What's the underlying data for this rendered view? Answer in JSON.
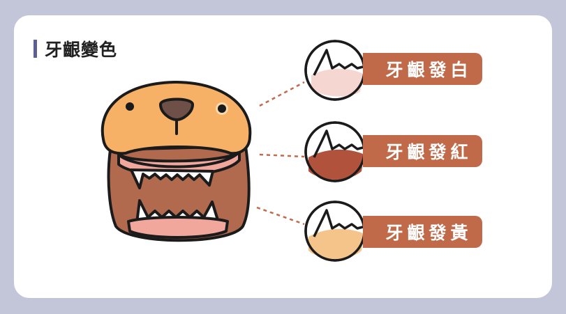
{
  "title": "牙齦變色",
  "items": [
    {
      "label": "牙齦發白",
      "gum_color": "#f6d6d0"
    },
    {
      "label": "牙齦發紅",
      "gum_color": "#b0523c"
    },
    {
      "label": "牙齦發黃",
      "gum_color": "#f5c48a"
    }
  ],
  "colors": {
    "background": "#c3c5d9",
    "card": "#ffffff",
    "title_accent": "#5b5f93",
    "label_pill": "#c06a4a",
    "dog_fur": "#f6b167",
    "connector": "#c06a4a"
  }
}
